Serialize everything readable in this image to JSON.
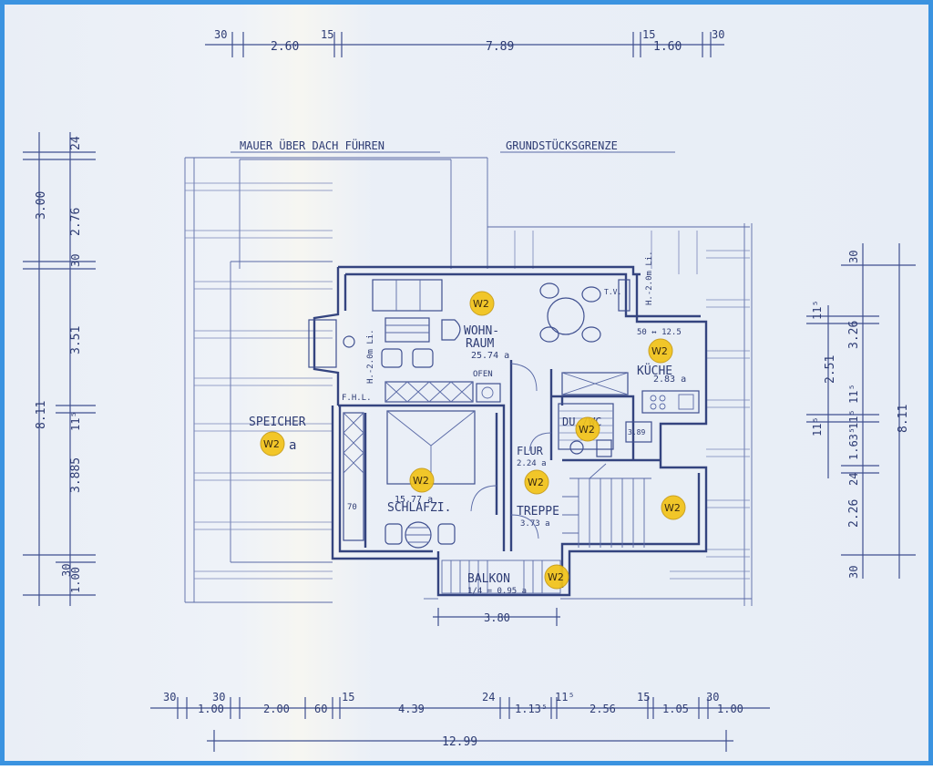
{
  "dimensions": {
    "top": [
      "30",
      "2.60",
      "15",
      "7.89",
      "15",
      "1.60",
      "30"
    ],
    "left_outer": [
      "3.00",
      "8.11",
      "3.885"
    ],
    "left_inner": [
      "24",
      "2.76",
      "30",
      "3.51",
      "11⁵",
      "1.00",
      "30"
    ],
    "right_outer": [
      "30",
      "3.26",
      "8.11"
    ],
    "right_inner": [
      "11⁵",
      "2.51",
      "11⁵",
      "1.63⁵",
      "24",
      "2.26",
      "30"
    ],
    "right_extra": [
      "11⁵",
      "11⁵"
    ],
    "bottom_row": [
      "30",
      "1.00",
      "30",
      "2.00",
      "60",
      "15",
      "4.39",
      "24",
      "1.13⁵",
      "11⁵",
      "2.56",
      "15",
      "1.05",
      "30",
      "1.00"
    ],
    "bottom_total": "12.99",
    "balcony_width": "3.80"
  },
  "annotations": {
    "wall_note": "MAUER ÜBER DACH FÜHREN",
    "boundary": "GRUNDSTÜCKSGRENZE",
    "height_living": "H.-2.0m Li.",
    "height_kitchen": "H.-2.0m Li.",
    "fhl": "F.H.L.",
    "tv": "T.V.",
    "oven": "OFEN",
    "kitchen_dims": "50 ↔ 12.5",
    "shower_area": "3.89",
    "seventy": "70"
  },
  "rooms": [
    {
      "key": "wohnraum",
      "name": "WOHN-",
      "name2": "RAUM",
      "area": "25.74 a"
    },
    {
      "key": "kueche",
      "name": "KÜCHE",
      "area": "2.83 a"
    },
    {
      "key": "dusche",
      "name": "DU./WC",
      "area": ""
    },
    {
      "key": "flur",
      "name": "FLUR",
      "area": "2.24 a"
    },
    {
      "key": "schlafzi",
      "name": "SCHLAFZI.",
      "area": "15.77 a"
    },
    {
      "key": "treppe",
      "name": "TREPPE",
      "area": "3.73 a"
    },
    {
      "key": "balkon",
      "name": "BALKON",
      "area": "1/4 = 0.95 a"
    },
    {
      "key": "speicher",
      "name": "SPEICHER",
      "area": ""
    }
  ],
  "markers": [
    {
      "key": "speicher",
      "label": "W2",
      "suffix": "a"
    },
    {
      "key": "wohnraum",
      "label": "W2",
      "suffix": ""
    },
    {
      "key": "kueche",
      "label": "W2",
      "suffix": ""
    },
    {
      "key": "dusche",
      "label": "W2",
      "suffix": ""
    },
    {
      "key": "schlafzi",
      "label": "W2",
      "suffix": ""
    },
    {
      "key": "flur",
      "label": "W2",
      "suffix": ""
    },
    {
      "key": "treppe",
      "label": "W2",
      "suffix": ""
    },
    {
      "key": "balkon",
      "label": "W2",
      "suffix": ""
    }
  ],
  "colors": {
    "border": "#3b93e0",
    "ink": "#2e3c74",
    "marker": "#f2c318"
  }
}
